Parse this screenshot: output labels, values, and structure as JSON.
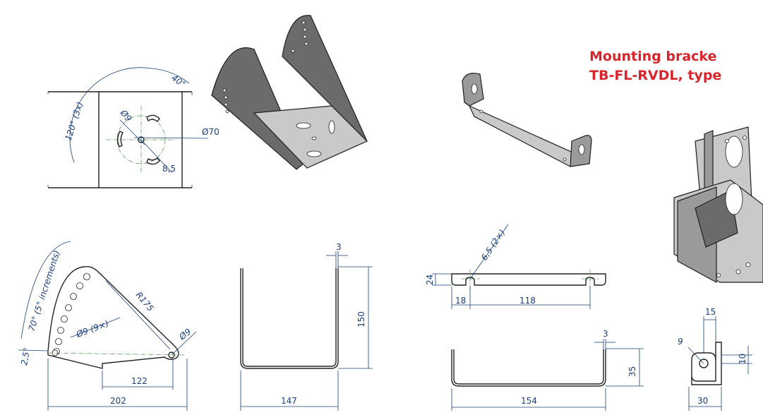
{
  "title": {
    "line1": "Mounting bracke",
    "line2": "TB-FL-RVDL, type"
  },
  "top_view": {
    "angle_spacing": "120° (3x)",
    "angle_slot": "40°",
    "slot_width": "Ø9",
    "pcd": "Ø70",
    "slot_radius": "8,5"
  },
  "side_view": {
    "angle_range": "70° (5° increments)",
    "angle_start": "2,5°",
    "holes": "Ø9 (9×)",
    "pivot_hole": "Ø9",
    "radius": "R175",
    "width_inner": "122",
    "width_total": "202"
  },
  "front_view": {
    "thickness": "3",
    "height": "150",
    "width": "147"
  },
  "small_top_view": {
    "holes": "6,5 (2×)",
    "height": "24",
    "edge_offset": "18",
    "hole_spacing": "118"
  },
  "small_front_view": {
    "thickness": "3",
    "height": "35",
    "width": "154"
  },
  "small_side_view": {
    "flange_width": "15",
    "hole_dia": "9",
    "hole_height": "10",
    "width": "30"
  }
}
